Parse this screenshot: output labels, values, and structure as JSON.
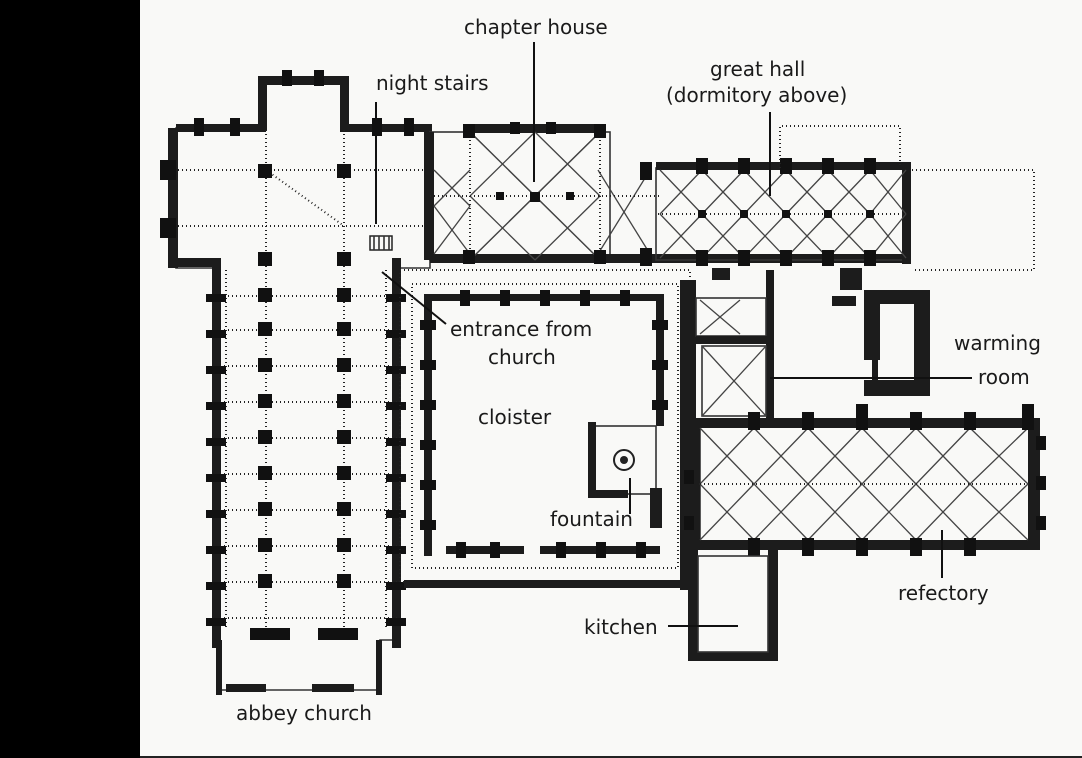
{
  "title": "",
  "labels": {
    "chapter_house": "chapter house",
    "night_stairs": "night stairs",
    "great_hall_1": "great hall",
    "great_hall_2": "(dormitory above)",
    "entrance_1": "entrance from",
    "entrance_2": "church",
    "warming_1": "warming",
    "warming_2": "room",
    "cloister": "cloister",
    "fountain": "fountain",
    "refectory": "refectory",
    "kitchen": "kitchen",
    "abbey_church": "abbey church"
  },
  "colors": {
    "ink": "#1a1a1a",
    "paper": "#f9f9f7",
    "frame": "#000000"
  }
}
